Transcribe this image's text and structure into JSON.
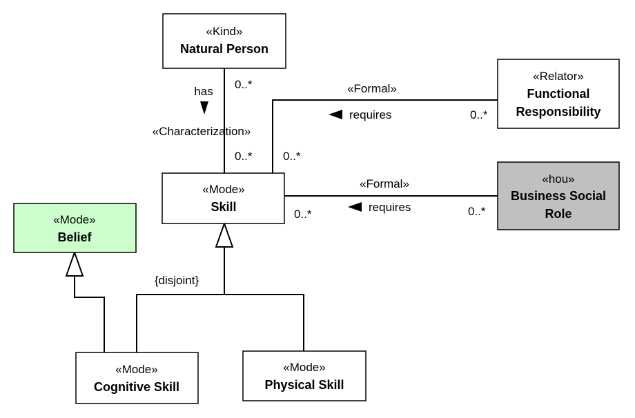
{
  "colors": {
    "default_fill": "#ffffff",
    "belief_fill": "#ccffcc",
    "role_fill": "#c0c0c0",
    "line": "#000000"
  },
  "classes": {
    "natural_person": {
      "stereotype": "«Kind»",
      "name": "Natural Person"
    },
    "functional_responsibility": {
      "stereotype": "«Relator»",
      "name_line1": "Functional",
      "name_line2": "Responsibility"
    },
    "skill": {
      "stereotype": "«Mode»",
      "name": "Skill"
    },
    "business_social_role": {
      "stereotype": "«hou»",
      "name_line1": "Business Social",
      "name_line2": "Role"
    },
    "belief": {
      "stereotype": "«Mode»",
      "name": "Belief"
    },
    "cognitive_skill": {
      "stereotype": "«Mode»",
      "name": "Cognitive Skill"
    },
    "physical_skill": {
      "stereotype": "«Mode»",
      "name": "Physical Skill"
    }
  },
  "associations": {
    "characterization": {
      "stereotype": "«Characterization»",
      "name": "has",
      "mult_source": "0..*",
      "mult_target": "0..*"
    },
    "formal_functional": {
      "stereotype": "«Formal»",
      "name": "requires",
      "mult_source": "0..*",
      "mult_target": "0..*"
    },
    "formal_business": {
      "stereotype": "«Formal»",
      "name": "requires",
      "mult_source": "0..*",
      "mult_target": "0..*"
    }
  },
  "generalization_set": {
    "constraint": "{disjoint}"
  }
}
